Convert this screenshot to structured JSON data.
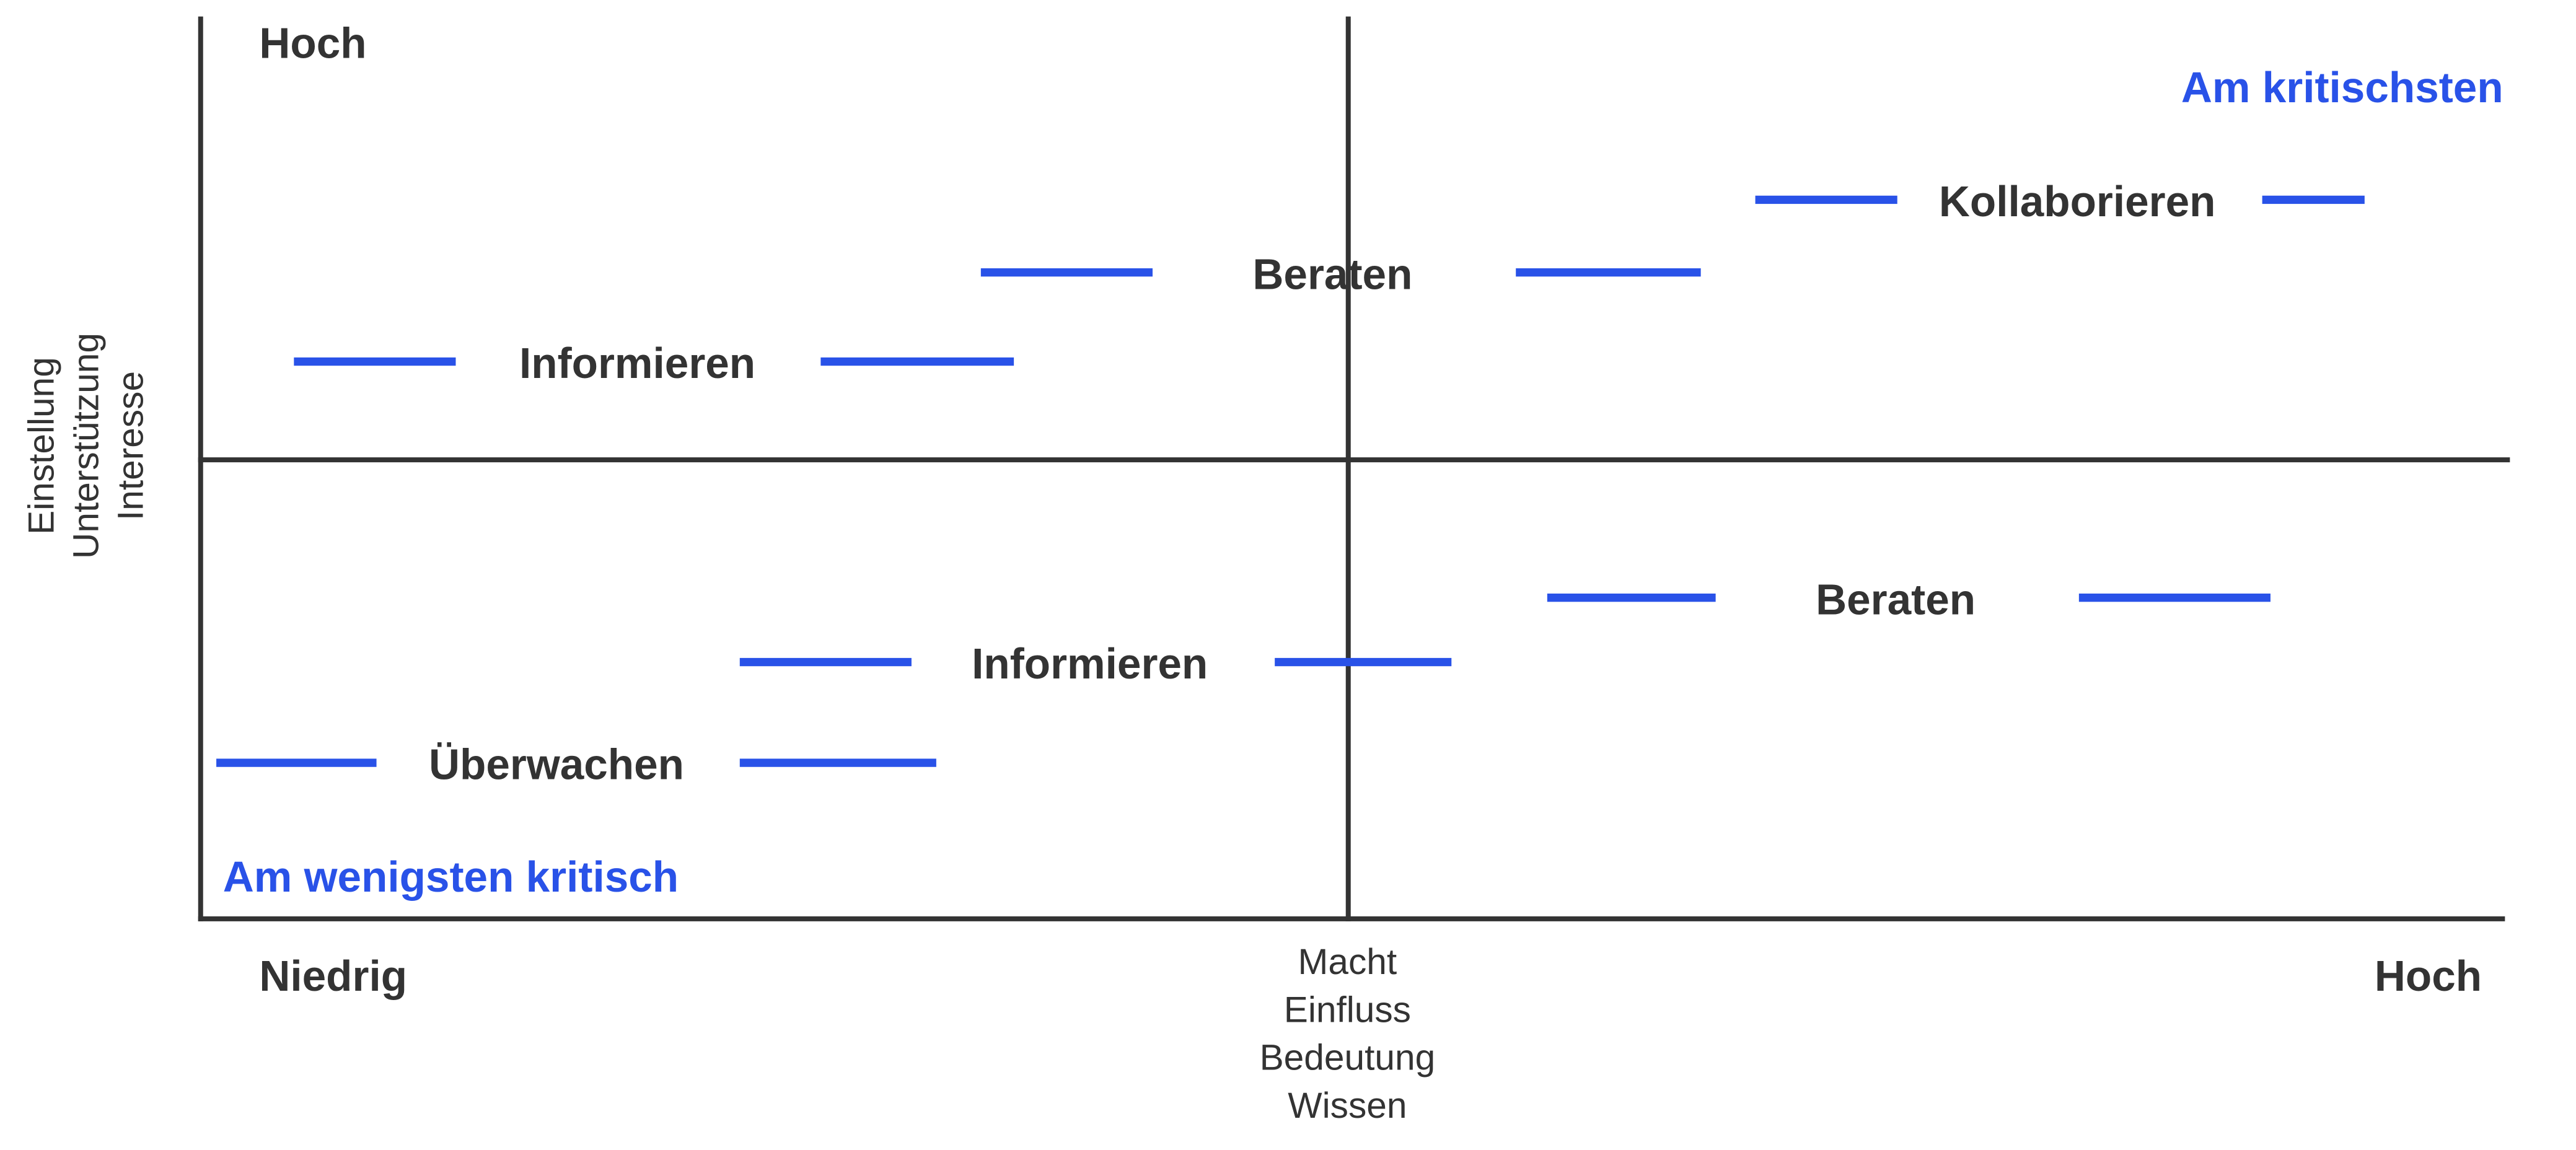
{
  "colors": {
    "accent": "#2952e8",
    "text": "#333333"
  },
  "y_high": "Hoch",
  "most_critical": "Am kritischsten",
  "least_critical": "Am wenigsten kritisch",
  "x_low": "Niedrig",
  "x_high": "Hoch",
  "x_axis_labels": [
    "Macht",
    "Einfluss",
    "Bedeutung",
    "Wissen"
  ],
  "y_axis_labels": [
    "Einstellung",
    "Unterstützung",
    "Interesse"
  ],
  "strategies": [
    "Kollaborieren",
    "Beraten",
    "Informieren",
    "Beraten",
    "Informieren",
    "Überwachen"
  ]
}
